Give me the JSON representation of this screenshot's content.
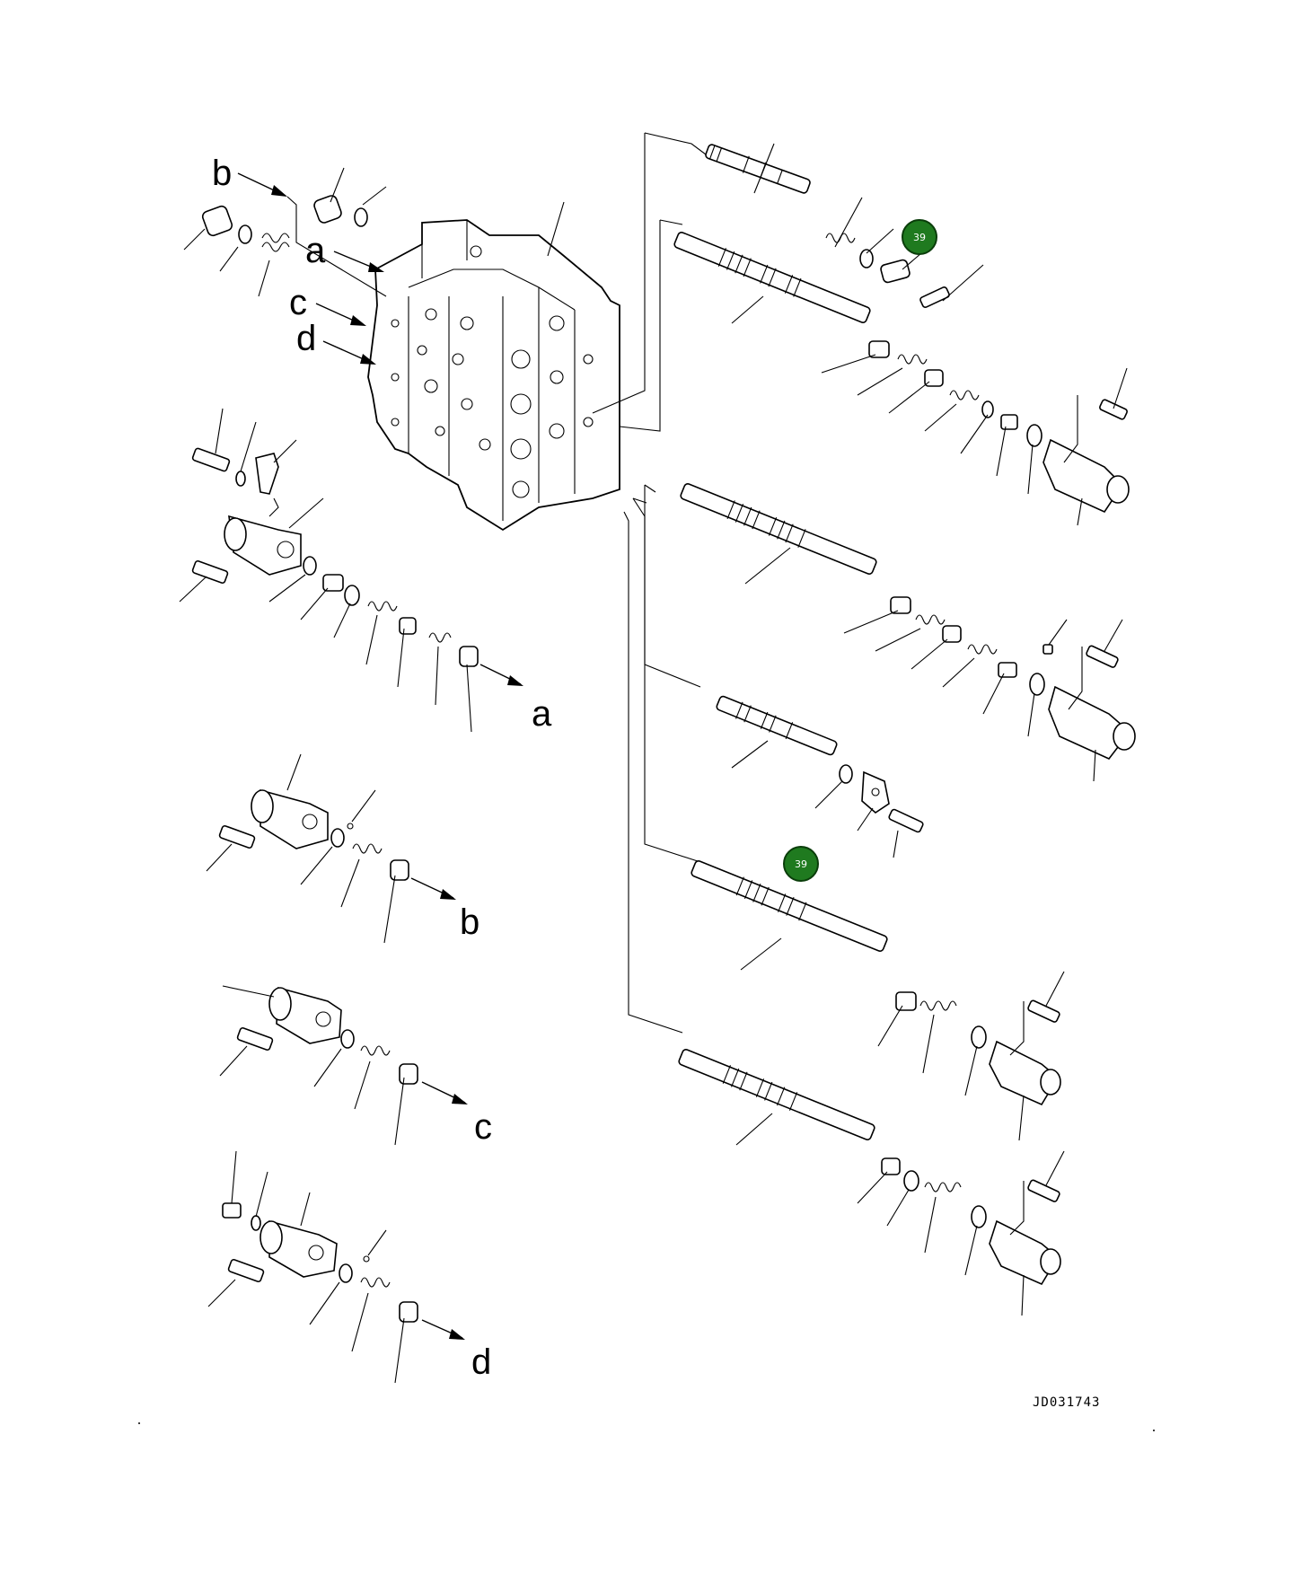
{
  "drawing": {
    "code": "JD031743",
    "markers": {
      "a_top": "a",
      "b_top": "b",
      "c_top": "c",
      "d_top": "d",
      "a_mid": "a",
      "b_mid": "b",
      "c_mid": "c",
      "d_mid": "d"
    }
  },
  "callouts": [
    {
      "label": "39"
    },
    {
      "label": "39"
    }
  ],
  "colors": {
    "callout_fill": "#1f7a1f",
    "line": "#000000",
    "background": "#ffffff"
  }
}
